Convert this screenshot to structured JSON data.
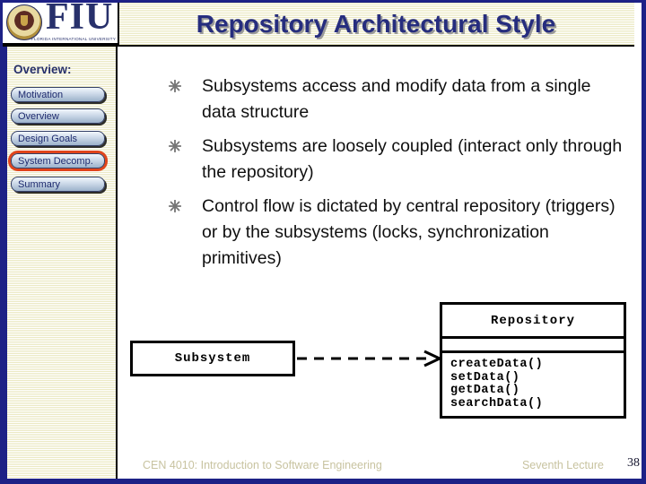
{
  "slide": {
    "title": "Repository Architectural Style",
    "footer_left": "CEN 4010: Introduction to Software Engineering",
    "footer_right": "Seventh Lecture",
    "page_number": "38"
  },
  "logo": {
    "acronym": "FIU",
    "university_name": "FLORIDA INTERNATIONAL UNIVERSITY"
  },
  "sidebar": {
    "heading": "Overview:",
    "items": [
      {
        "label": "Motivation",
        "active": false
      },
      {
        "label": "Overview",
        "active": false
      },
      {
        "label": "Design Goals",
        "active": false
      },
      {
        "label": "System Decomp.",
        "active": true
      },
      {
        "label": "Summary",
        "active": false
      }
    ]
  },
  "bullets": [
    {
      "text": "Subsystems access and modify data from a single data structure"
    },
    {
      "text": "Subsystems are loosely coupled (interact only through the repository)"
    },
    {
      "text": "Control flow is dictated by central repository (triggers) or by the subsystems (locks, synchronization primitives)"
    }
  ],
  "diagram": {
    "subsystem_label": "Subsystem",
    "repository": {
      "title": "Repository",
      "methods": [
        "createData()",
        "setData()",
        "getData()",
        "searchData()"
      ]
    }
  },
  "colors": {
    "border_navy": "#1d2186",
    "title_navy": "#262d7e",
    "highlight_red": "#e0451c",
    "pinstripe_cream": "#ebe9c3",
    "footer_text": "#c8c3a0"
  }
}
